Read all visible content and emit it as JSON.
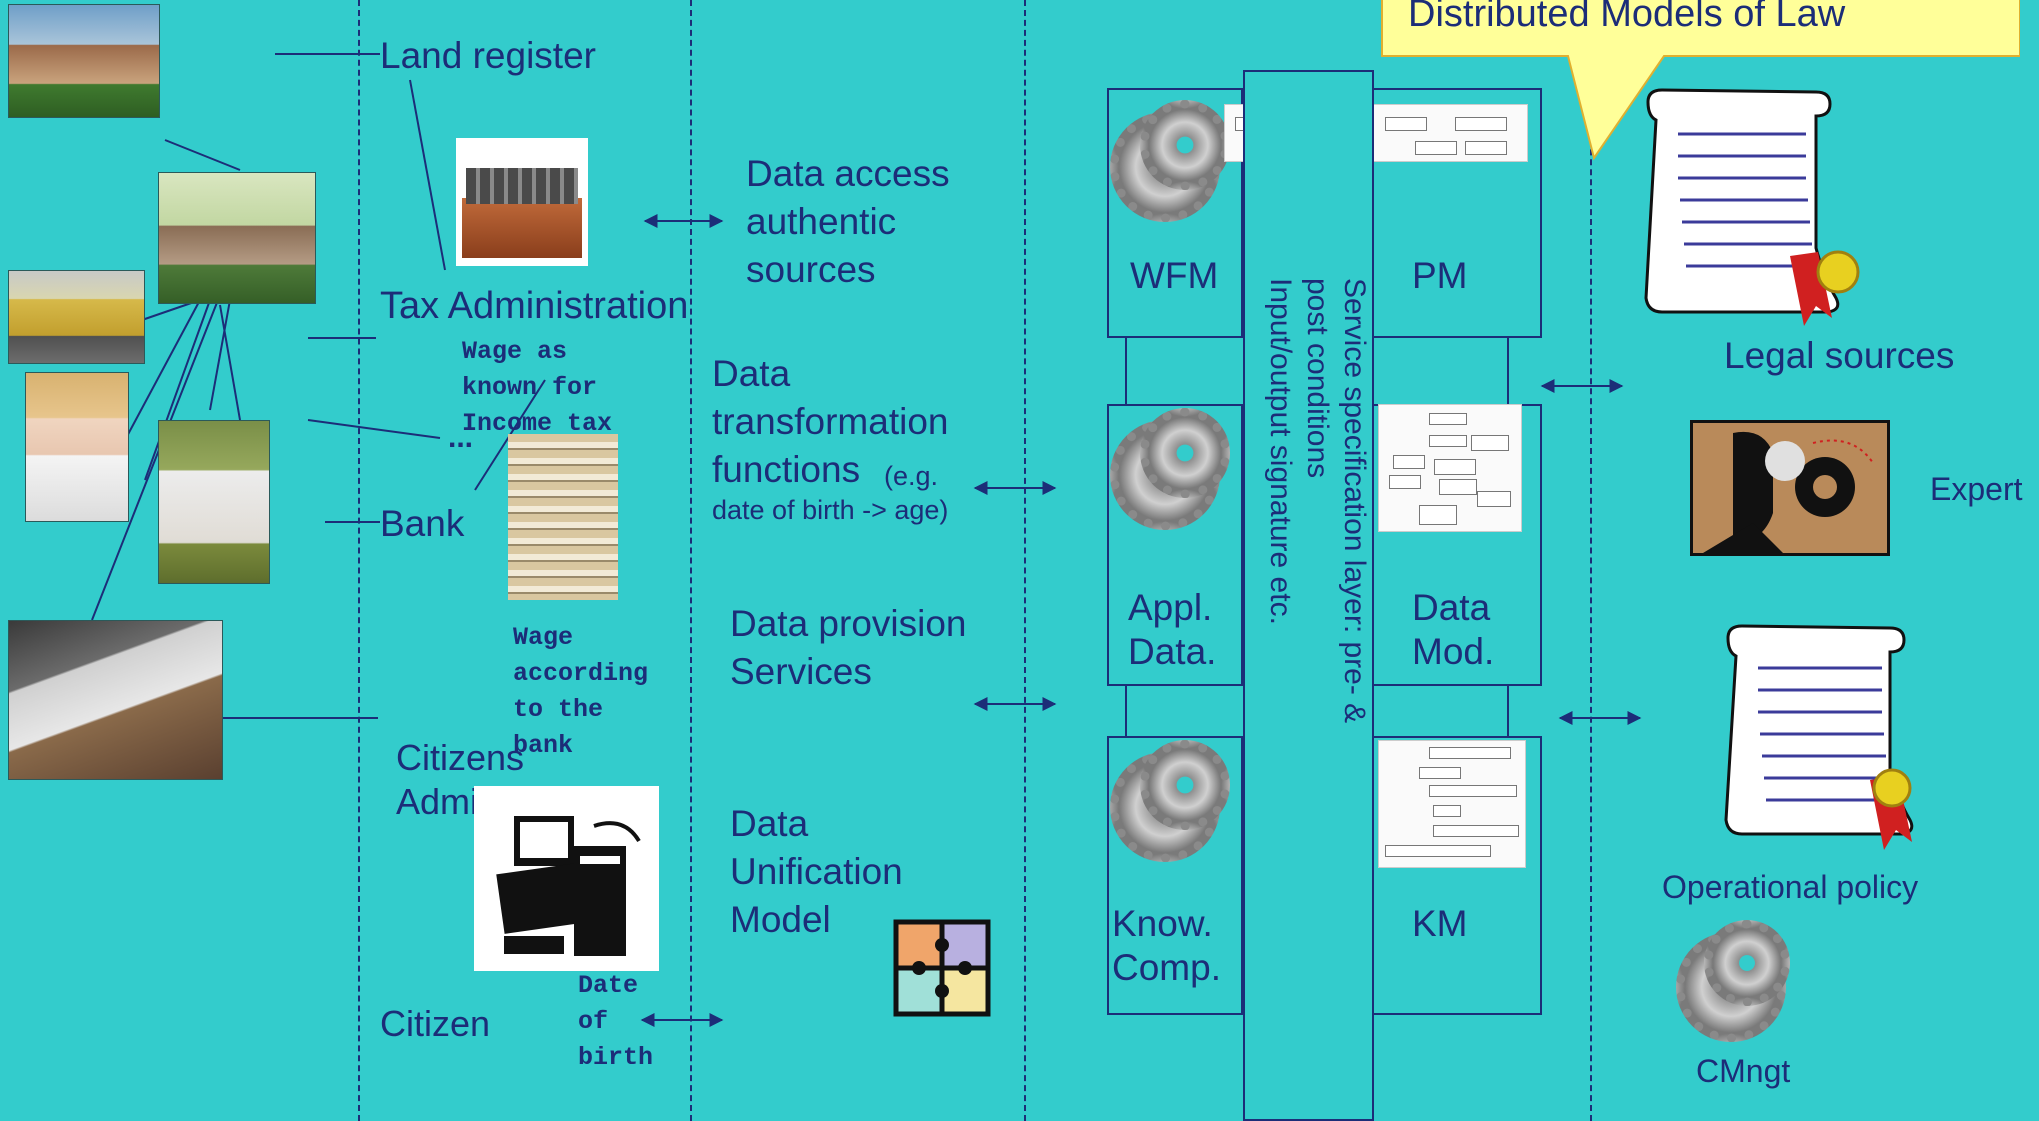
{
  "colors": {
    "background": "#33CCCC",
    "text": "#1c2d78",
    "callout": "#FFFF99",
    "callout_border": "#E0B030"
  },
  "callout": {
    "title": "Distributed Models of Law"
  },
  "sources": {
    "land_register": "Land register",
    "tax_admin": "Tax Administration",
    "tax_wage_note": "Wage as\nknown for\nIncome tax",
    "ellipsis": "...",
    "bank": "Bank",
    "bank_wage_note": "Wage\naccording\nto the\nbank",
    "citizens_admin": "Citizens\nAdmin.",
    "citizen": "Citizen",
    "dob_note": "Date\nof\nbirth"
  },
  "layers": {
    "data_access": "Data access\nauthentic\nsources",
    "data_transform": "Data\ntransformation\nfunctions",
    "data_transform_note": "(e.g.",
    "data_transform_example": "date of birth -> age)",
    "data_provision": "Data provision\nServices",
    "data_unification": "Data\nUnification\nModel"
  },
  "service_layer": {
    "line1": "Service specification layer: pre- &",
    "line2": "post conditions",
    "line3": "Input/output signature etc."
  },
  "components": {
    "wfm": "WFM",
    "pm": "PM",
    "appl_data": "Appl.\nData.",
    "data_mod": "Data\nMod.",
    "know_comp": "Know.\nComp.",
    "km": "KM"
  },
  "right": {
    "legal_sources": "Legal sources",
    "expert": "Expert",
    "operational_policy": "Operational policy",
    "cmngt": "CMngt"
  },
  "icons": [
    "house-photo",
    "family-photo",
    "car-photo",
    "woman-photo",
    "rabbit-photo",
    "office-photo",
    "card-file-icon",
    "paper-stack-icon",
    "computer-clipart-icon",
    "puzzle-icon",
    "gear-icon",
    "scroll-icon",
    "expert-icon"
  ]
}
